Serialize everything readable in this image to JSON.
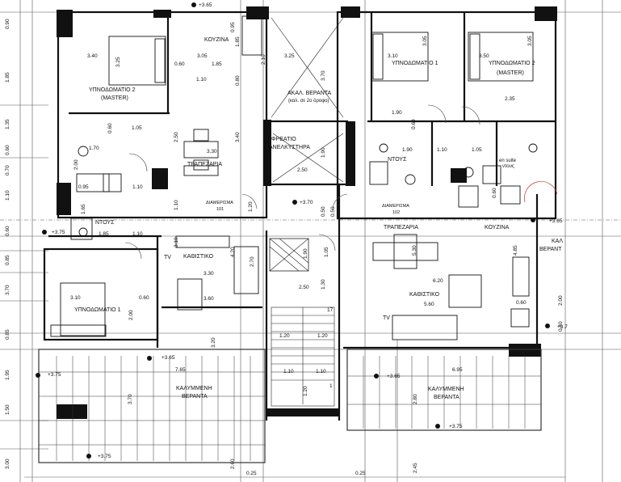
{
  "rooms": {
    "bedroom2_left": "ΥΠΝΟΔΩΜΑΤΙΟ 2",
    "bedroom2_left_sub": "(MASTER)",
    "kitchen_left": "ΚΟΥΖΙΝΑ",
    "dining_left": "ΤΡΑΠΕΖΑΡΙΑ",
    "shaft": "ΦΡΕΑΤΙΟ",
    "shaft_sub": "ΑΝΕΛΚΥΣΤΗΡΑ",
    "veranda_top": "ΑΚΑΛ. ΒΕΡΑΝΤΑ",
    "veranda_top_sub": "(καλ. σε 2ο όροφο)",
    "bedroom1_right": "ΥΠΝΟΔΩΜΑΤΙΟ 1",
    "bedroom2_right": "ΥΠΝΟΔΩΜΑΤΙΟ 2",
    "bedroom2_right_sub": "(MASTER)",
    "bath_right": "ΝΤΟΥΣ",
    "ensuite": "en suite",
    "ensuite_sub": "ντους",
    "apt_left": "ΔΙΑΜΕΡΙΣΜΑ",
    "apt_left_no": "101",
    "apt_right": "ΔΙΑΜΕΡΙΣΜΑ",
    "apt_right_no": "102",
    "bath_left": "ΝΤΟΥΣ",
    "living_left": "ΚΑΘΙΣΤΙΚΟ",
    "dining_right": "ΤΡΑΠΕΖΑΡΙΑ",
    "kitchen_right": "ΚΟΥΖΙΝΑ",
    "living_right": "ΚΑΘΙΣΤΙΚΟ",
    "bedroom1_left": "ΥΠΝΟΔΩΜΑΤΙΟ 1",
    "veranda_left": "ΚΑΛΥΜΜΕΝΗ",
    "veranda_left_sub": "ΒΕΡΑΝΤΑ",
    "veranda_right": "ΚΑΛΥΜΜΕΝΗ",
    "veranda_right_sub": "ΒΕΡΑΝΤΑ",
    "veranda_edge": "ΚΑΛ",
    "veranda_edge_sub": "ΒΕΡΑΝΤ",
    "tv_left": "TV",
    "tv_right": "TV"
  },
  "levels": {
    "top": "+3.65",
    "core": "+3.70",
    "left_mid": "+3.75",
    "veranda_left": "+3.65",
    "veranda_left_edge": "+3.75",
    "veranda_right": "+3.65",
    "veranda_right_bottom": "+3.75",
    "bottom_left": "+3.75",
    "right_edge": "+3.65",
    "right_edge_low": "+3.7"
  },
  "dims": {
    "d_340a": "3.40",
    "d_325a": "3.25",
    "d_305a": "3.05",
    "d_060a": "0.60",
    "d_185a": "1.85",
    "d_110a": "1.10",
    "d_080a": "0.80",
    "d_185v": "1.85",
    "d_210a": "2.10",
    "d_325b": "3.25",
    "d_370a": "3.70",
    "d_310a": "3.10",
    "d_305b": "3.05",
    "d_350a": "3.50",
    "d_305c": "3.05",
    "d_190a": "1.90",
    "d_235a": "2.35",
    "d_105a": "1.05",
    "d_250a": "2.50",
    "d_330a": "3.30",
    "d_340b": "3.40",
    "d_190b": "1.90",
    "d_110b": "1.10",
    "d_105b": "1.05",
    "d_190c": "1.90",
    "d_250b": "2.50",
    "d_060b": "0.60",
    "d_170a": "1.70",
    "d_095a": "0.95",
    "d_110c": "1.10",
    "d_165a": "1.65",
    "d_185b": "1.85",
    "d_110d": "1.10",
    "d_110e": "1.10",
    "d_120a": "1.20",
    "d_050a": "0.50",
    "d_050b": "0.50",
    "d_190d": "1.90",
    "d_060c": "0.60",
    "d_310b": "3.10",
    "d_270a": "2.70",
    "d_420a": "4.20",
    "d_330b": "3.30",
    "d_250c": "2.50",
    "d_130a": "1.30",
    "d_530a": "5.30",
    "d_485a": "4.85",
    "d_620a": "6.20",
    "d_560a": "5.60",
    "d_310c": "3.10",
    "d_060d": "0.60",
    "d_360a": "3.60",
    "d_200a": "2.00",
    "d_060e": "0.60",
    "d_120b": "1.20",
    "d_120c": "1.20",
    "d_110f": "1.10",
    "d_110g": "1.10",
    "d_120d": "1.20",
    "d_765a": "7.65",
    "d_320a": "3.20",
    "d_370b": "3.70",
    "d_695a": "6.95",
    "d_280a": "2.80",
    "d_245a": "2.45",
    "d_260a": "2.60",
    "d_025a": "0.25",
    "d_025b": "0.25",
    "d_200b": "2.00",
    "d_040a": "0.40",
    "l_090": "0.90",
    "l_185": "1.85",
    "l_135": "1.35",
    "l_060a": "0.60",
    "l_070": "0.70",
    "l_110": "1.10",
    "l_060b": "0.60",
    "l_085": "0.85",
    "l_370": "3.70",
    "l_085b": "0.85",
    "l_195": "1.95",
    "l_150": "1.50",
    "l_300": "3.00",
    "l_200": "2.00",
    "l_060c": "0.60",
    "l_095": "0.95",
    "d_105c": "1.05",
    "stair_1": "1",
    "stair_17": "17"
  }
}
